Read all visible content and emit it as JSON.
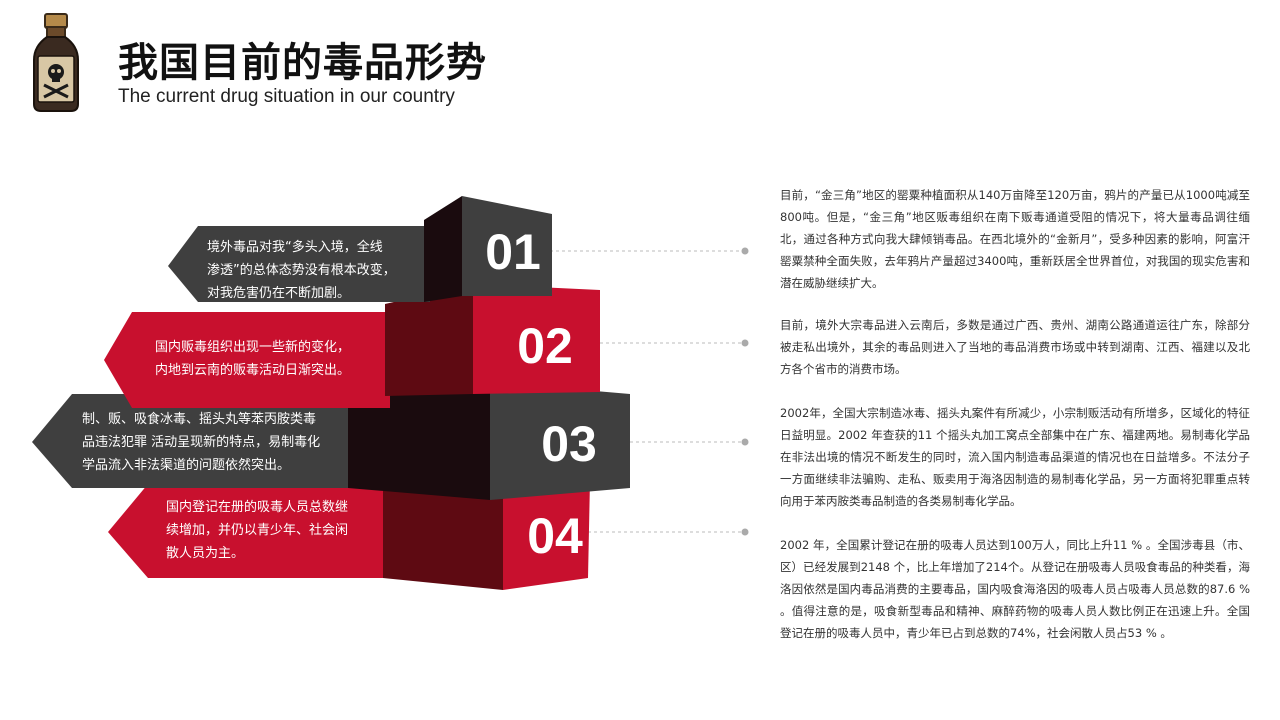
{
  "header": {
    "title": "我国目前的毒品形势",
    "subtitle": "The current drug situation in our country"
  },
  "colors": {
    "red": "#c8102e",
    "dark_red": "#5e0a12",
    "gray": "#3f3f3f",
    "black": "#1a1a1a"
  },
  "items": [
    {
      "number": "01",
      "summary_lines": [
        "境外毒品对我“多头入境，全线",
        "渗透”的总体态势没有根本改变，",
        "对我危害仍在不断加剧。"
      ],
      "detail": "目前，“金三角”地区的罂粟种植面积从140万亩降至120万亩，鸦片的产量已从1000吨减至800吨。但是，“金三角”地区贩毒组织在南下贩毒通道受阻的情况下，将大量毒品调往缅北，通过各种方式向我大肆倾销毒品。在西北境外的“金新月”，受多种因素的影响，阿富汗罂粟禁种全面失败，去年鸦片产量超过3400吨，重新跃居全世界首位，对我国的现实危害和潜在威胁继续扩大。"
    },
    {
      "number": "02",
      "summary_lines": [
        "国内贩毒组织出现一些新的变化，",
        "内地到云南的贩毒活动日渐突出。"
      ],
      "detail": "目前，境外大宗毒品进入云南后，多数是通过广西、贵州、湖南公路通道运往广东，除部分被走私出境外，其余的毒品则进入了当地的毒品消费市场或中转到湖南、江西、福建以及北方各个省市的消费市场。"
    },
    {
      "number": "03",
      "summary_lines": [
        "制、贩、吸食冰毒、摇头丸等苯丙胺类毒",
        "品违法犯罪 活动呈现新的特点，易制毒化",
        "学品流入非法渠道的问题依然突出。"
      ],
      "detail": "2002年，全国大宗制造冰毒、摇头丸案件有所减少，小宗制贩活动有所增多，区域化的特征日益明显。2002 年查获的11 个摇头丸加工窝点全部集中在广东、福建两地。易制毒化学品在非法出境的情况不断发生的同时，流入国内制造毒品渠道的情况也在日益增多。不法分子一方面继续非法骗购、走私、贩卖用于海洛因制造的易制毒化学品，另一方面将犯罪重点转向用于苯丙胺类毒品制造的各类易制毒化学品。"
    },
    {
      "number": "04",
      "summary_lines": [
        "国内登记在册的吸毒人员总数继",
        "续增加，并仍以青少年、社会闲",
        "散人员为主。"
      ],
      "detail": " 2002 年，全国累计登记在册的吸毒人员达到100万人，同比上升11 % 。全国涉毒县（市、区）已经发展到2148 个，比上年增加了214个。从登记在册吸毒人员吸食毒品的种类看，海洛因依然是国内毒品消费的主要毒品，国内吸食海洛因的吸毒人员占吸毒人员总数的87.6 % 。值得注意的是，吸食新型毒品和精神、麻醉药物的吸毒人员人数比例正在迅速上升。全国登记在册的吸毒人员中，青少年已占到总数的74%，社会闲散人员占53 % 。"
    }
  ]
}
